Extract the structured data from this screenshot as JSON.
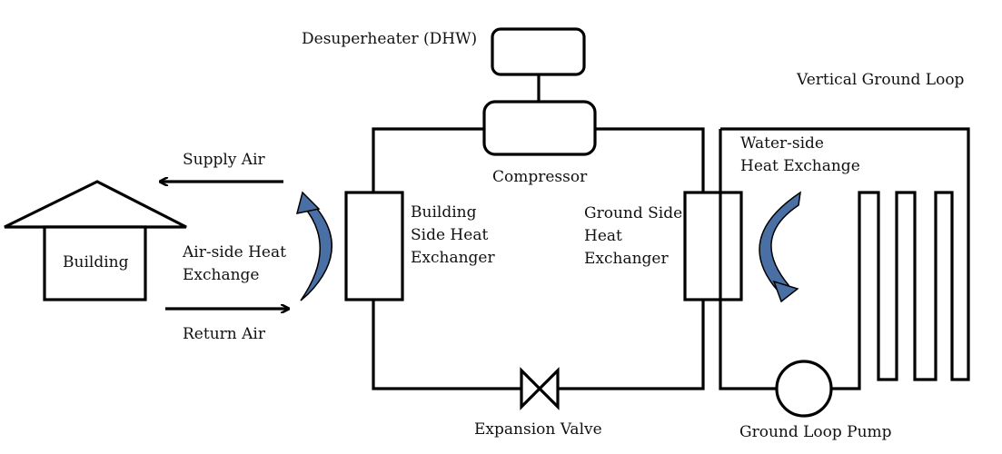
{
  "labels": {
    "desuperheater": "Desuperheater (DHW)",
    "compressor": "Compressor",
    "vertical_ground_loop": "Vertical Ground Loop",
    "water_side_1": "Water-side",
    "water_side_2": "Heat Exchange",
    "supply_air": "Supply Air",
    "return_air": "Return Air",
    "air_side_1": "Air-side Heat",
    "air_side_2": "Exchange",
    "building": "Building",
    "building_hx_1": "Building",
    "building_hx_2": "Side Heat",
    "building_hx_3": "Exchanger",
    "ground_hx_1": "Ground Side",
    "ground_hx_2": "Heat",
    "ground_hx_3": "Exchanger",
    "expansion_valve": "Expansion Valve",
    "ground_loop_pump": "Ground Loop Pump"
  },
  "colors": {
    "line": "#000000",
    "arrow_fill": "#4a6fa5",
    "arrow_stroke": "#000000",
    "text": "#111111"
  }
}
